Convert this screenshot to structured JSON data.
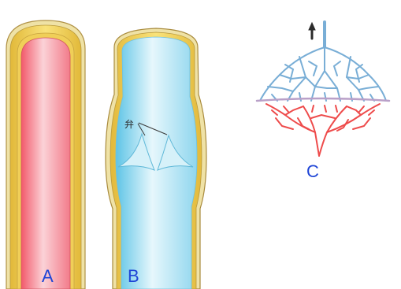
{
  "labels": {
    "artery": "A",
    "vein": "B",
    "capillary_network": "C",
    "valve": "弁"
  },
  "colors": {
    "label": "#1f45d6",
    "artery_fill": "#f27b8a",
    "vein_fill": "#9fdcef",
    "vessel_wall": "#f3d35b",
    "capillary_venous": "#79aed6",
    "capillary_arterial": "#ee4b4b"
  },
  "icons": {
    "flow_arrow": "up-arrow-icon"
  }
}
